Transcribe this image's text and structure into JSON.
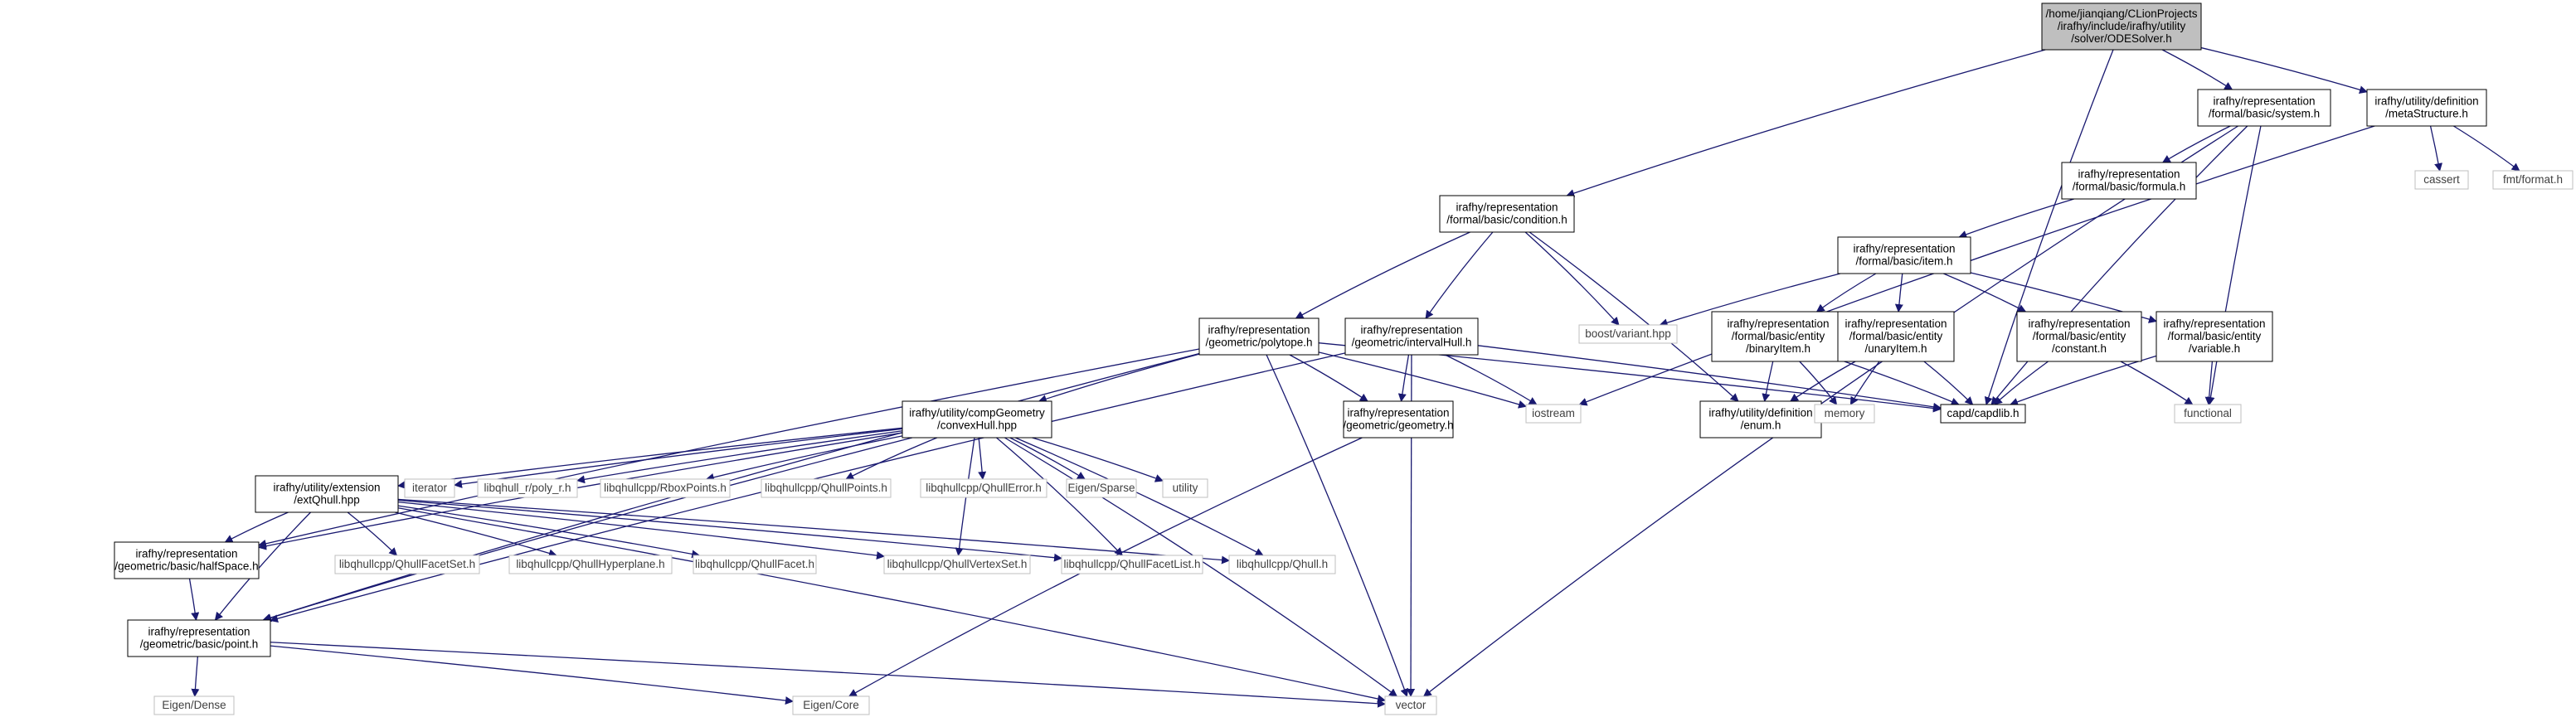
{
  "colors": {
    "edge": "#191970",
    "node_border": "#000000",
    "node_border_system": "#bfbfbf",
    "root_fill": "#bfbfbf",
    "node_fill": "#ffffff"
  },
  "nodes": [
    {
      "id": "root",
      "type": "root",
      "lines": [
        "/home/jianqiang/CLionProjects",
        "/irafhy/include/irafhy/utility",
        "/solver/ODESolver.h"
      ]
    },
    {
      "id": "system",
      "type": "project",
      "lines": [
        "irafhy/representation",
        "/formal/basic/system.h"
      ]
    },
    {
      "id": "metaStructure",
      "type": "project",
      "lines": [
        "irafhy/utility/definition",
        "/metaStructure.h"
      ]
    },
    {
      "id": "cassert",
      "type": "system",
      "lines": [
        "cassert"
      ]
    },
    {
      "id": "fmtformat",
      "type": "system",
      "lines": [
        "fmt/format.h"
      ]
    },
    {
      "id": "formula",
      "type": "project",
      "lines": [
        "irafhy/representation",
        "/formal/basic/formula.h"
      ]
    },
    {
      "id": "condition",
      "type": "project",
      "lines": [
        "irafhy/representation",
        "/formal/basic/condition.h"
      ]
    },
    {
      "id": "item",
      "type": "project",
      "lines": [
        "irafhy/representation",
        "/formal/basic/item.h"
      ]
    },
    {
      "id": "boostvariant",
      "type": "system",
      "lines": [
        "boost/variant.hpp"
      ]
    },
    {
      "id": "polytope",
      "type": "project",
      "lines": [
        "irafhy/representation",
        "/geometric/polytope.h"
      ]
    },
    {
      "id": "intervalHull",
      "type": "project",
      "lines": [
        "irafhy/representation",
        "/geometric/intervalHull.h"
      ]
    },
    {
      "id": "binaryItem",
      "type": "project",
      "lines": [
        "irafhy/representation",
        "/formal/basic/entity",
        "/binaryItem.h"
      ]
    },
    {
      "id": "unaryItem",
      "type": "project",
      "lines": [
        "irafhy/representation",
        "/formal/basic/entity",
        "/unaryItem.h"
      ]
    },
    {
      "id": "constant",
      "type": "project",
      "lines": [
        "irafhy/representation",
        "/formal/basic/entity",
        "/constant.h"
      ]
    },
    {
      "id": "variable",
      "type": "project",
      "lines": [
        "irafhy/representation",
        "/formal/basic/entity",
        "/variable.h"
      ]
    },
    {
      "id": "convexHull",
      "type": "project",
      "lines": [
        "irafhy/utility/compGeometry",
        "/convexHull.hpp"
      ]
    },
    {
      "id": "geometry",
      "type": "project",
      "lines": [
        "irafhy/representation",
        "/geometric/geometry.h"
      ]
    },
    {
      "id": "iostream",
      "type": "system",
      "lines": [
        "iostream"
      ]
    },
    {
      "id": "enum",
      "type": "project",
      "lines": [
        "irafhy/utility/definition",
        "/enum.h"
      ]
    },
    {
      "id": "memory",
      "type": "system",
      "lines": [
        "memory"
      ]
    },
    {
      "id": "capdlib",
      "type": "project",
      "lines": [
        "capd/capdlib.h"
      ]
    },
    {
      "id": "functional",
      "type": "system",
      "lines": [
        "functional"
      ]
    },
    {
      "id": "extQhull",
      "type": "project",
      "lines": [
        "irafhy/utility/extension",
        "/extQhull.hpp"
      ]
    },
    {
      "id": "iterator",
      "type": "system",
      "lines": [
        "iterator"
      ]
    },
    {
      "id": "libqhull_poly",
      "type": "system",
      "lines": [
        "libqhull_r/poly_r.h"
      ]
    },
    {
      "id": "RboxPoints",
      "type": "system",
      "lines": [
        "libqhullcpp/RboxPoints.h"
      ]
    },
    {
      "id": "QhullPoints",
      "type": "system",
      "lines": [
        "libqhullcpp/QhullPoints.h"
      ]
    },
    {
      "id": "QhullError",
      "type": "system",
      "lines": [
        "libqhullcpp/QhullError.h"
      ]
    },
    {
      "id": "EigenSparse",
      "type": "system",
      "lines": [
        "Eigen/Sparse"
      ]
    },
    {
      "id": "utility",
      "type": "system",
      "lines": [
        "utility"
      ]
    },
    {
      "id": "halfSpace",
      "type": "project",
      "lines": [
        "irafhy/representation",
        "/geometric/basic/halfSpace.h"
      ]
    },
    {
      "id": "QhullFacetSet",
      "type": "system",
      "lines": [
        "libqhullcpp/QhullFacetSet.h"
      ]
    },
    {
      "id": "QhullHyperplane",
      "type": "system",
      "lines": [
        "libqhullcpp/QhullHyperplane.h"
      ]
    },
    {
      "id": "QhullFacet",
      "type": "system",
      "lines": [
        "libqhullcpp/QhullFacet.h"
      ]
    },
    {
      "id": "QhullVertexSet",
      "type": "system",
      "lines": [
        "libqhullcpp/QhullVertexSet.h"
      ]
    },
    {
      "id": "QhullFacetList",
      "type": "system",
      "lines": [
        "libqhullcpp/QhullFacetList.h"
      ]
    },
    {
      "id": "Qhull",
      "type": "system",
      "lines": [
        "libqhullcpp/Qhull.h"
      ]
    },
    {
      "id": "point",
      "type": "project",
      "lines": [
        "irafhy/representation",
        "/geometric/basic/point.h"
      ]
    },
    {
      "id": "EigenDense",
      "type": "system",
      "lines": [
        "Eigen/Dense"
      ]
    },
    {
      "id": "EigenCore",
      "type": "system",
      "lines": [
        "Eigen/Core"
      ]
    },
    {
      "id": "vector",
      "type": "system",
      "lines": [
        "vector"
      ]
    }
  ],
  "edges": [
    [
      "root",
      "system"
    ],
    [
      "root",
      "metaStructure"
    ],
    [
      "root",
      "condition"
    ],
    [
      "root",
      "capdlib"
    ],
    [
      "metaStructure",
      "cassert"
    ],
    [
      "metaStructure",
      "fmtformat"
    ],
    [
      "metaStructure",
      "iostream"
    ],
    [
      "system",
      "formula"
    ],
    [
      "system",
      "capdlib"
    ],
    [
      "system",
      "functional"
    ],
    [
      "system",
      "vector"
    ],
    [
      "formula",
      "item"
    ],
    [
      "condition",
      "polytope"
    ],
    [
      "condition",
      "intervalHull"
    ],
    [
      "condition",
      "boostvariant"
    ],
    [
      "condition",
      "enum"
    ],
    [
      "item",
      "boostvariant"
    ],
    [
      "item",
      "binaryItem"
    ],
    [
      "item",
      "unaryItem"
    ],
    [
      "item",
      "constant"
    ],
    [
      "item",
      "variable"
    ],
    [
      "binaryItem",
      "enum"
    ],
    [
      "binaryItem",
      "memory"
    ],
    [
      "binaryItem",
      "capdlib"
    ],
    [
      "unaryItem",
      "enum"
    ],
    [
      "unaryItem",
      "memory"
    ],
    [
      "unaryItem",
      "capdlib"
    ],
    [
      "constant",
      "capdlib"
    ],
    [
      "constant",
      "functional"
    ],
    [
      "variable",
      "capdlib"
    ],
    [
      "variable",
      "functional"
    ],
    [
      "polytope",
      "convexHull"
    ],
    [
      "polytope",
      "geometry"
    ],
    [
      "polytope",
      "iostream"
    ],
    [
      "polytope",
      "capdlib"
    ],
    [
      "polytope",
      "vector"
    ],
    [
      "polytope",
      "halfSpace"
    ],
    [
      "polytope",
      "point"
    ],
    [
      "intervalHull",
      "geometry"
    ],
    [
      "intervalHull",
      "iostream"
    ],
    [
      "intervalHull",
      "capdlib"
    ],
    [
      "intervalHull",
      "vector"
    ],
    [
      "intervalHull",
      "point"
    ],
    [
      "geometry",
      "EigenCore"
    ],
    [
      "convexHull",
      "extQhull"
    ],
    [
      "convexHull",
      "iterator"
    ],
    [
      "convexHull",
      "libqhull_poly"
    ],
    [
      "convexHull",
      "RboxPoints"
    ],
    [
      "convexHull",
      "QhullPoints"
    ],
    [
      "convexHull",
      "QhullError"
    ],
    [
      "convexHull",
      "EigenSparse"
    ],
    [
      "convexHull",
      "utility"
    ],
    [
      "convexHull",
      "QhullVertexSet"
    ],
    [
      "convexHull",
      "QhullFacetList"
    ],
    [
      "convexHull",
      "Qhull"
    ],
    [
      "convexHull",
      "vector"
    ],
    [
      "convexHull",
      "halfSpace"
    ],
    [
      "convexHull",
      "point"
    ],
    [
      "extQhull",
      "halfSpace"
    ],
    [
      "extQhull",
      "point"
    ],
    [
      "extQhull",
      "QhullFacetSet"
    ],
    [
      "extQhull",
      "QhullHyperplane"
    ],
    [
      "extQhull",
      "QhullFacet"
    ],
    [
      "extQhull",
      "QhullVertexSet"
    ],
    [
      "extQhull",
      "QhullFacetList"
    ],
    [
      "extQhull",
      "Qhull"
    ],
    [
      "extQhull",
      "vector"
    ],
    [
      "halfSpace",
      "point"
    ],
    [
      "point",
      "EigenDense"
    ],
    [
      "point",
      "EigenCore"
    ],
    [
      "point",
      "vector"
    ]
  ]
}
